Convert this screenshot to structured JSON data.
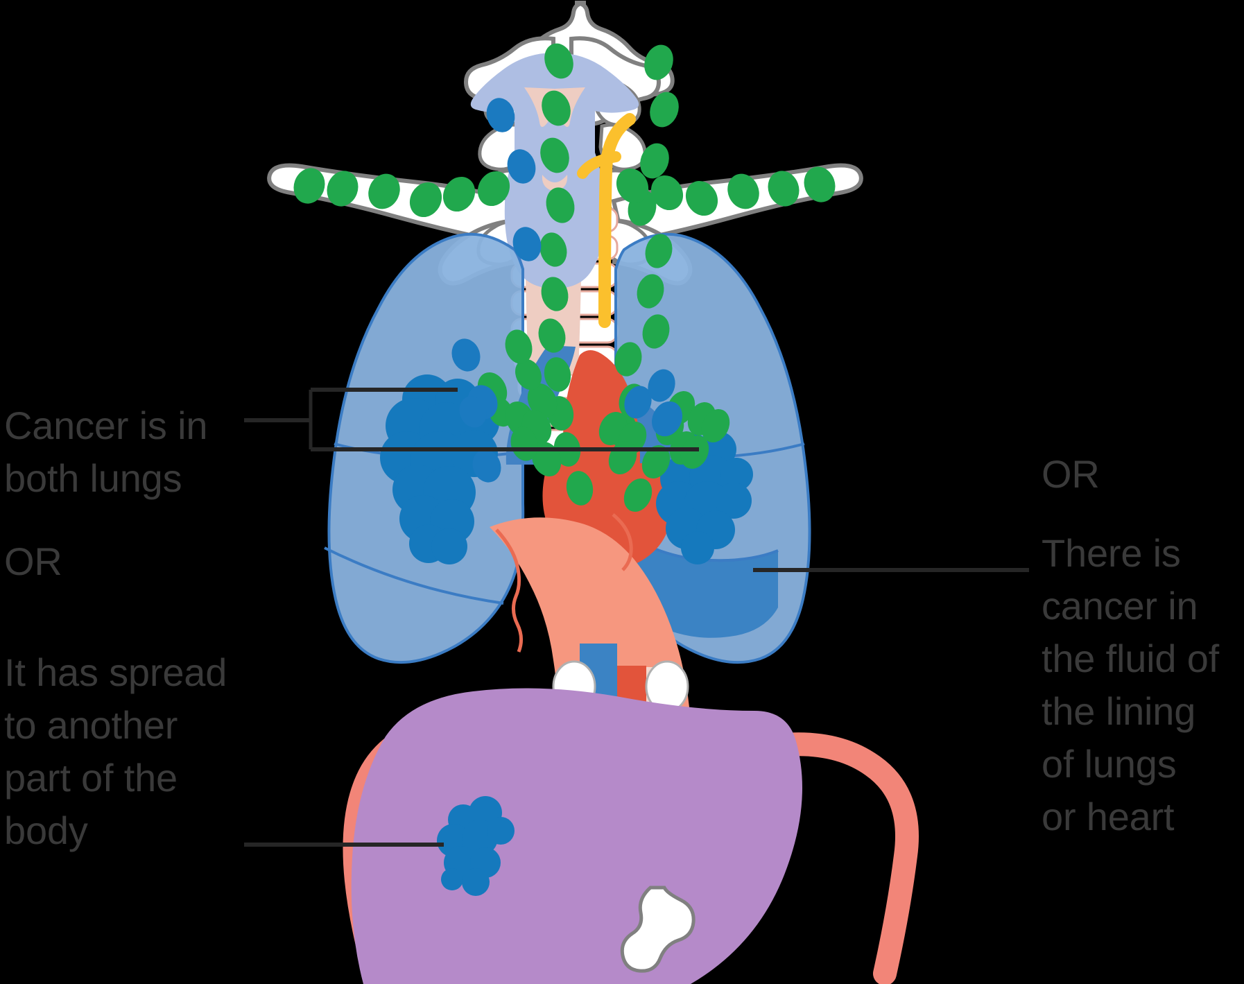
{
  "diagram": {
    "title": "Stage 4 lung cancer spread diagram",
    "background_color": "#000000",
    "text_color": "#3a3a3a",
    "leader_line_color": "#262626"
  },
  "labels": {
    "both_lungs": "Cancer is in\nboth lungs",
    "or_left": "OR",
    "spread": "It has spread\nto another\npart of the\nbody",
    "or_right": "OR",
    "fluid": "There is\ncancer in\nthe fluid of\nthe lining\nof lungs\nor heart"
  },
  "anatomy": {
    "parts": [
      {
        "name": "skull-base",
        "color": "#ffffff",
        "stroke": "#808080"
      },
      {
        "name": "cervical-vertebrae",
        "color": "#ffffff",
        "stroke": "#808080"
      },
      {
        "name": "clavicle-left",
        "color": "#ffffff",
        "stroke": "#808080"
      },
      {
        "name": "clavicle-right",
        "color": "#ffffff",
        "stroke": "#808080"
      },
      {
        "name": "larynx",
        "color": "#aebee3",
        "stroke": "none"
      },
      {
        "name": "trachea",
        "color": "#eecdc2",
        "stroke": "none"
      },
      {
        "name": "thoracic-duct",
        "color": "#fbc02d",
        "stroke": "none"
      },
      {
        "name": "left-lung",
        "color": "#89b2de",
        "stroke": "#3b7cc4"
      },
      {
        "name": "right-lung",
        "color": "#89b2de",
        "stroke": "#3b7cc4"
      },
      {
        "name": "pleural-effusion",
        "color": "#3b83c4",
        "stroke": "none"
      },
      {
        "name": "heart-aorta",
        "color": "#e2543b",
        "stroke": "none"
      },
      {
        "name": "pulmonary-vessel",
        "color": "#4282c4",
        "stroke": "none"
      },
      {
        "name": "diaphragm",
        "color": "#f6977f",
        "stroke": "#ea6b52"
      },
      {
        "name": "liver",
        "color": "#b58ac9",
        "stroke": "none"
      },
      {
        "name": "stomach-outline",
        "color": "#f28578",
        "stroke": "none"
      },
      {
        "name": "vena-cava",
        "color": "#3b83c4",
        "stroke": "none"
      },
      {
        "name": "aorta",
        "color": "#e2543b",
        "stroke": "none"
      },
      {
        "name": "lymph-node",
        "color": "#21a84d",
        "stroke": "none"
      },
      {
        "name": "cancerous-lymph-node",
        "color": "#1b7ac0",
        "stroke": "none"
      },
      {
        "name": "tumor-mass",
        "color": "#1579bd",
        "stroke": "none"
      }
    ],
    "colors": {
      "lung_fill": "#89b2de",
      "lung_stroke": "#3b7cc4",
      "tumor": "#1579bd",
      "lymph_green": "#21a84d",
      "lymph_blue": "#1b7ac0",
      "liver": "#b58ac9",
      "diaphragm": "#f6977f",
      "heart": "#e2543b",
      "duct_yellow": "#fbc02d",
      "bone": "#ffffff",
      "bone_stroke": "#808080",
      "effusion": "#3b83c4",
      "trachea": "#eecdc2",
      "larynx": "#aebee3"
    },
    "markers": {
      "tumor_left_lung": "large dark blue tumour mass in left lung",
      "tumor_right_lung": "large dark blue tumour mass in right lung",
      "tumor_liver": "dark blue metastasis in liver",
      "pleural_effusion": "dark blue fluid band at base of right lung"
    }
  }
}
